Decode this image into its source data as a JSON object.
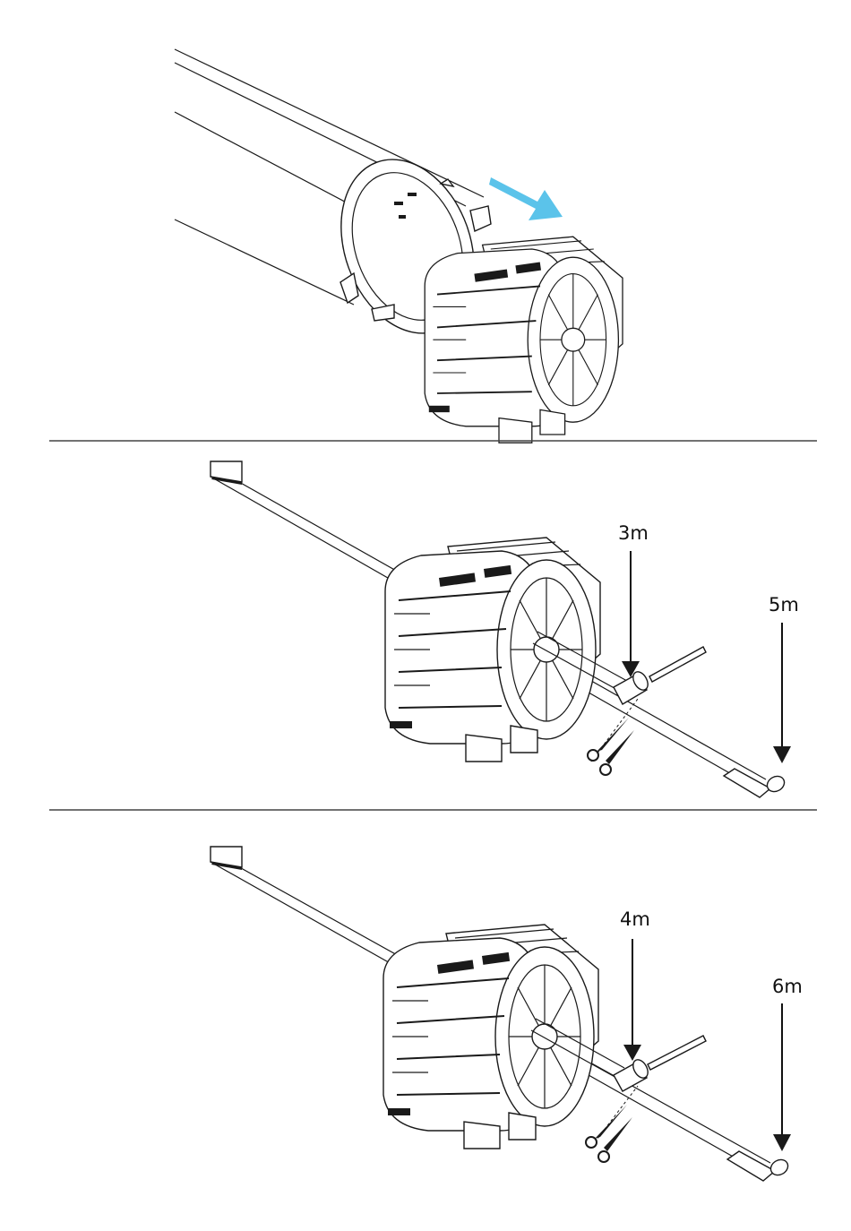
{
  "colors": {
    "arrow": "#5bc3ea",
    "ink": "#1a1a1a",
    "divider": "#444444"
  },
  "panels": [
    {
      "id": "insert-step"
    },
    {
      "id": "strap-step-1",
      "labels": {
        "short": "3m",
        "long": "5m"
      }
    },
    {
      "id": "strap-step-2",
      "labels": {
        "short": "4m",
        "long": "6m"
      }
    }
  ],
  "icons": [
    "direction-arrow-icon",
    "scissors-icon",
    "down-arrow-icon"
  ]
}
